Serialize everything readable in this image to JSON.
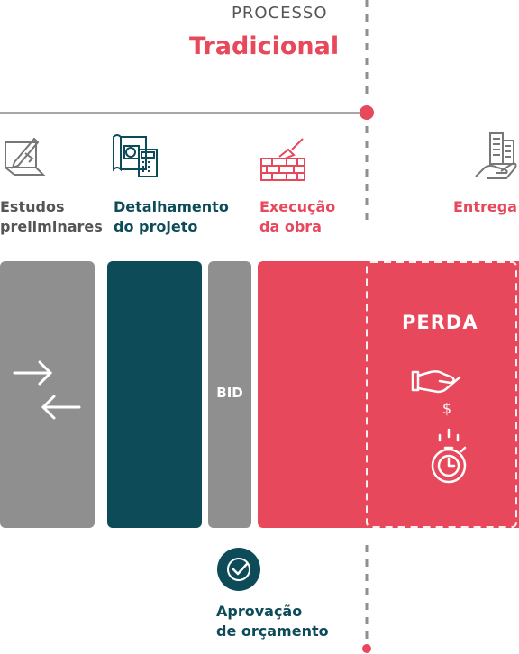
{
  "header": {
    "eyebrow": "PROCESSO",
    "title": "Tradicional"
  },
  "stages": [
    {
      "line1": "Estudos",
      "line2": "preliminares",
      "color": "#555555",
      "icon": "plans-icon"
    },
    {
      "line1": "Detalhamento",
      "line2": "do projeto",
      "color": "#0d4b59",
      "icon": "blueprint-calculator-icon"
    },
    {
      "line1": "Execução",
      "line2": "da obra",
      "color": "#e8485b",
      "icon": "brick-trowel-icon"
    },
    {
      "line1": "Entrega",
      "line2": "",
      "color": "#e8485b",
      "icon": "building-hand-icon"
    }
  ],
  "columns": {
    "bid": "BID",
    "perda": "PERDA",
    "dollar": "$"
  },
  "milestone": {
    "line1": "Aprovação",
    "line2": "de orçamento"
  },
  "colors": {
    "red": "#e8485b",
    "teal": "#0d4b59",
    "gray": "#8f8f8f"
  }
}
